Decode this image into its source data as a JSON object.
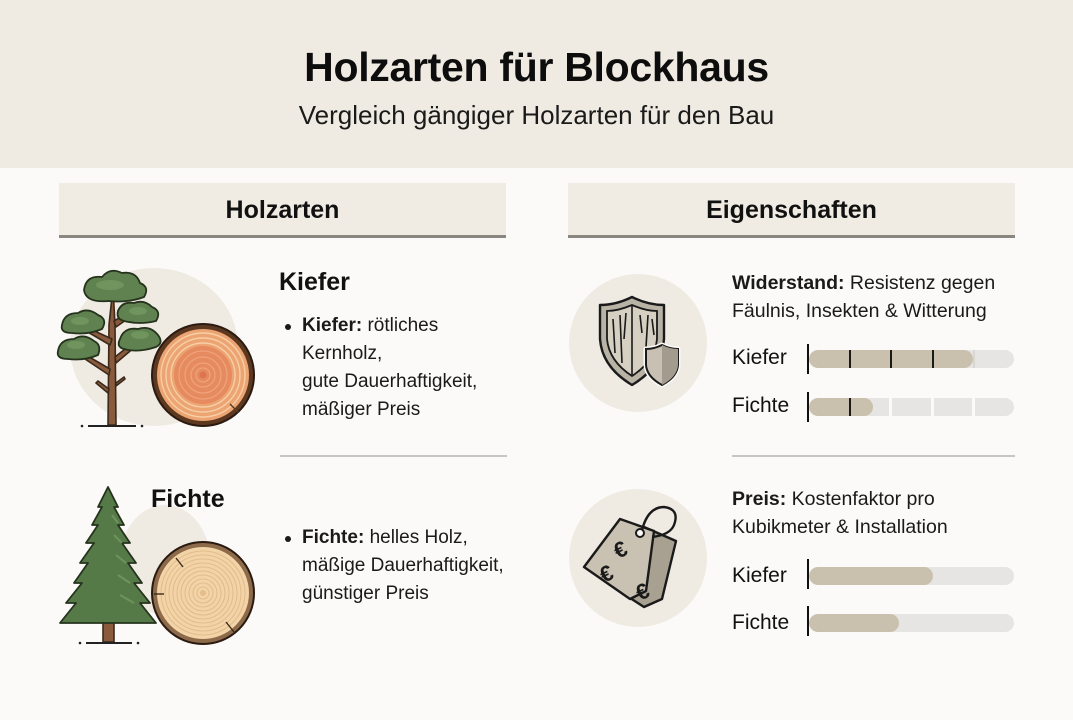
{
  "header": {
    "title": "Holzarten für Blockhaus",
    "subtitle": "Vergleich gängiger Holzarten für den Bau"
  },
  "columns": {
    "left_title": "Holzarten",
    "right_title": "Eigenschaften"
  },
  "woods": [
    {
      "name": "Kiefer",
      "bullet_bold": "Kiefer:",
      "bullet_text": " rötliches Kernholz, gute Dauerhaftigkeit, mäßiger Preis",
      "bullet_lines": [
        "rötliches Kernholz,",
        "gute Dauerhaftigkeit,",
        "mäßiger Preis"
      ],
      "tree_icon": "pine-tree-icon",
      "log_icon": "reddish-log-slice-icon",
      "heartwood_color": "#e27f57"
    },
    {
      "name": "Fichte",
      "bullet_bold": "Fichte:",
      "bullet_lines": [
        "helles Holz,",
        "mäßige Dauerhaftigkeit,",
        "günstiger Preis"
      ],
      "tree_icon": "spruce-tree-icon",
      "log_icon": "light-log-slice-icon",
      "heartwood_color": "#f0c99a"
    }
  ],
  "properties": [
    {
      "key": "widerstand",
      "icon": "wood-shield-icon",
      "title_bold": "Widerstand:",
      "title_rest": " Resistenz gegen",
      "line2": "Fäulnis, Insekten & Witterung",
      "segmented": true,
      "segments": 5,
      "bars": [
        {
          "label": "Kiefer",
          "value": 80
        },
        {
          "label": "Fichte",
          "value": 31
        }
      ]
    },
    {
      "key": "preis",
      "icon": "euro-price-tag-icon",
      "title_bold": "Preis:",
      "title_rest": " Kostenfaktor pro",
      "line2": "Kubikmeter & Installation",
      "segmented": false,
      "bars": [
        {
          "label": "Kiefer",
          "value": 60
        },
        {
          "label": "Fichte",
          "value": 44
        }
      ]
    }
  ],
  "colors": {
    "header_bg": "#f0ebe2",
    "page_bg": "#fbfaf8",
    "bar_fill": "#c9c1ad",
    "bar_track": "#e6e5e3",
    "pine_green": "#5f8250",
    "spruce_green": "#557a48",
    "trunk_brown": "#8a5a3c"
  },
  "chart_data": {
    "type": "bar",
    "orientation": "horizontal",
    "title": "Eigenschaften",
    "charts": [
      {
        "title": "Widerstand: Resistenz gegen Fäulnis, Insekten & Witterung",
        "categories": [
          "Kiefer",
          "Fichte"
        ],
        "values": [
          80,
          31
        ],
        "scale": "0-100 (5 segments)",
        "grid": false
      },
      {
        "title": "Preis: Kostenfaktor pro Kubikmeter & Installation",
        "categories": [
          "Kiefer",
          "Fichte"
        ],
        "values": [
          60,
          44
        ],
        "scale": "0-100",
        "grid": false
      }
    ]
  }
}
